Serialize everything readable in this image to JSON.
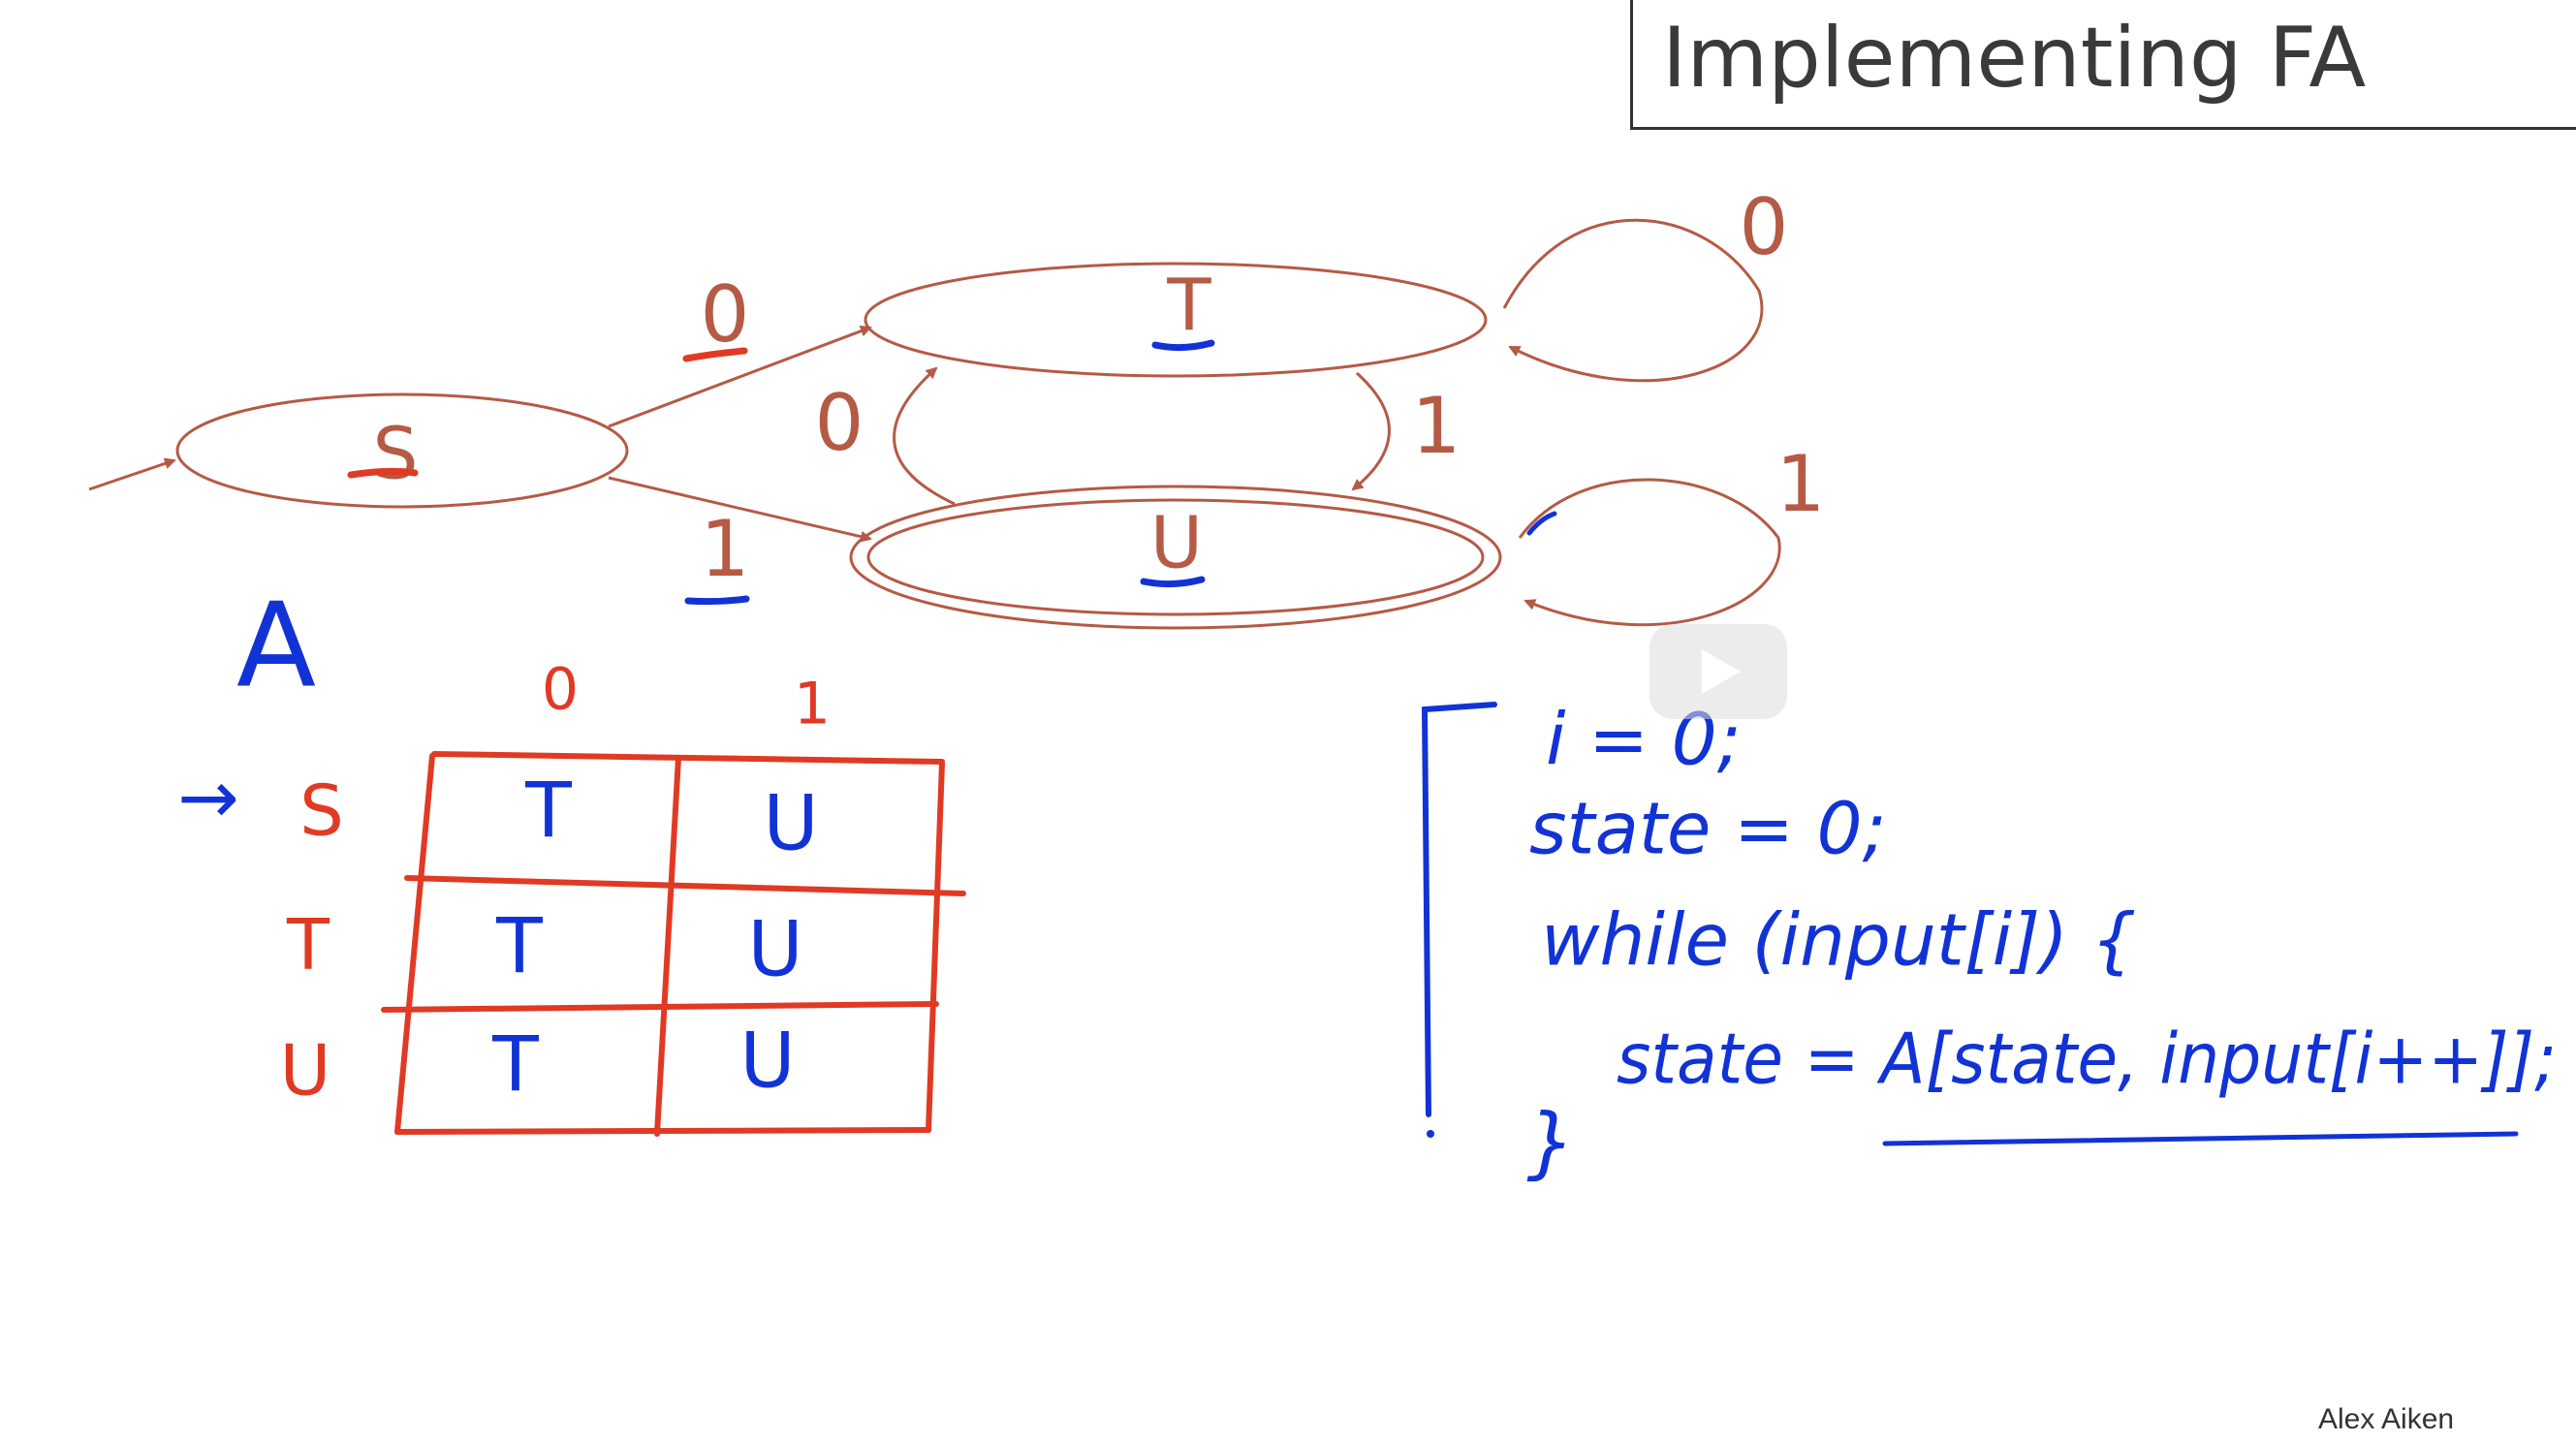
{
  "slide": {
    "title": "Implementing FA",
    "author": "Alex Aiken"
  },
  "colors": {
    "automaton": "#b55a45",
    "ink_blue": "#1133d6",
    "ink_red": "#e03a24",
    "title_text": "#3a3a3a"
  },
  "automaton": {
    "states": [
      {
        "name": "S",
        "start": true,
        "accepting": false
      },
      {
        "name": "T",
        "start": false,
        "accepting": false
      },
      {
        "name": "U",
        "start": false,
        "accepting": true
      }
    ],
    "transitions": [
      {
        "from": "S",
        "to": "T",
        "label": "0"
      },
      {
        "from": "S",
        "to": "U",
        "label": "1"
      },
      {
        "from": "T",
        "to": "T",
        "label": "0"
      },
      {
        "from": "T",
        "to": "U",
        "label": "1"
      },
      {
        "from": "U",
        "to": "T",
        "label": "0"
      },
      {
        "from": "U",
        "to": "U",
        "label": "1"
      }
    ]
  },
  "table": {
    "name": "A",
    "start_marker": "→",
    "columns": [
      "0",
      "1"
    ],
    "rows": [
      {
        "state": "S",
        "cells": [
          "T",
          "U"
        ]
      },
      {
        "state": "T",
        "cells": [
          "T",
          "U"
        ]
      },
      {
        "state": "U",
        "cells": [
          "T",
          "U"
        ]
      }
    ]
  },
  "code": {
    "lines": [
      "i = 0;",
      "state = 0;",
      "while (input[i]) {",
      "state = A[state, input[i++]];",
      "}"
    ]
  },
  "video": {
    "play_icon": "play-icon"
  }
}
